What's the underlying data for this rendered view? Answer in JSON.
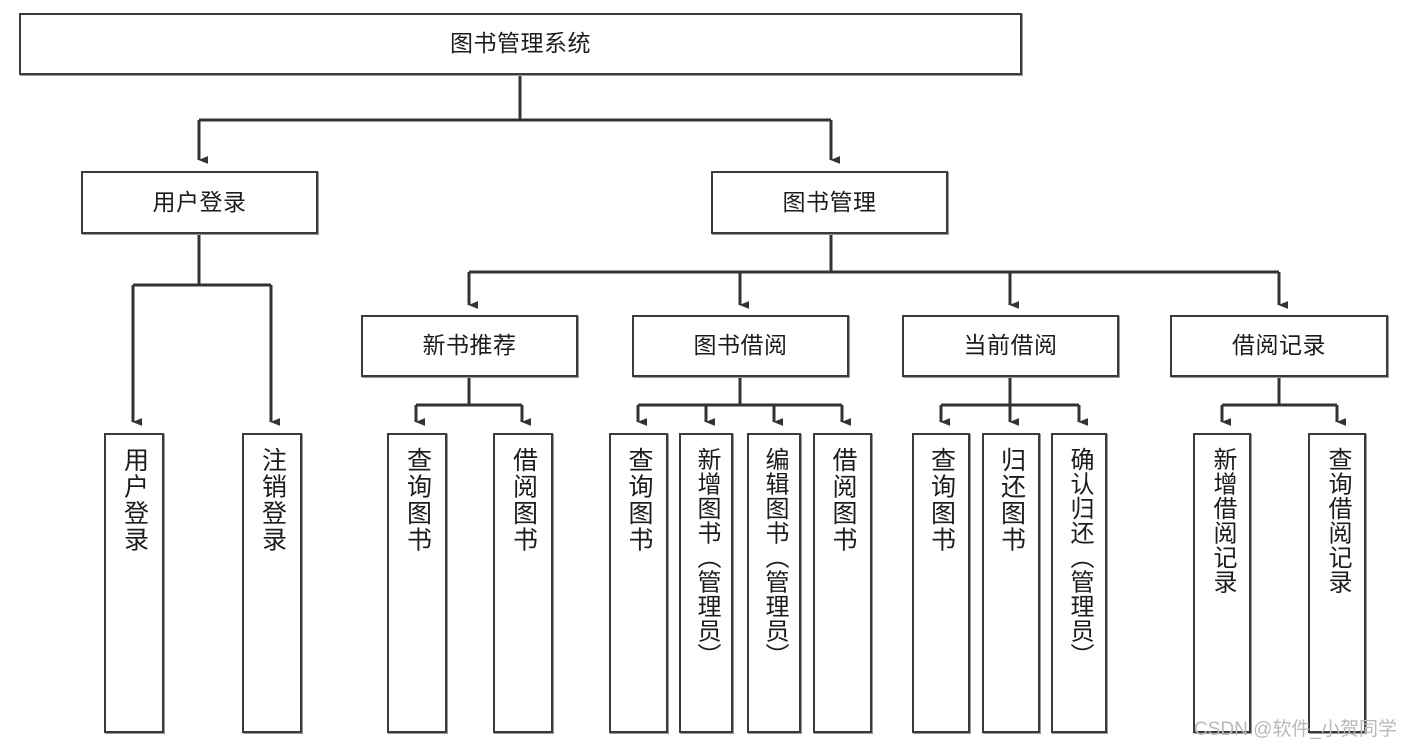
{
  "diagram": {
    "title": "图书管理系统",
    "type": "tree-hierarchy-diagram",
    "watermark": "CSDN @软件_小贺同学",
    "colors": {
      "box_border": "#3b3b3b",
      "box_fill": "#ffffff",
      "edge": "#333333",
      "text": "#1c1c1c",
      "watermark": "#b9b9b9"
    },
    "root": {
      "label": "图书管理系统"
    },
    "level2": [
      {
        "label": "用户登录"
      },
      {
        "label": "图书管理"
      }
    ],
    "level3": [
      {
        "label": "新书推荐"
      },
      {
        "label": "图书借阅"
      },
      {
        "label": "当前借阅"
      },
      {
        "label": "借阅记录"
      }
    ],
    "leaves": {
      "user_login": [
        {
          "label": "用户登录"
        },
        {
          "label": "注销登录"
        }
      ],
      "new_book_recommend": [
        {
          "label": "查询图书"
        },
        {
          "label": "借阅图书"
        }
      ],
      "book_borrow": [
        {
          "label": "查询图书"
        },
        {
          "label": "新增图书（管理员）"
        },
        {
          "label": "编辑图书（管理员）"
        },
        {
          "label": "借阅图书"
        }
      ],
      "current_borrow": [
        {
          "label": "查询图书"
        },
        {
          "label": "归还图书"
        },
        {
          "label": "确认归还（管理员）"
        }
      ],
      "borrow_record": [
        {
          "label": "新增借阅记录"
        },
        {
          "label": "查询借阅记录"
        }
      ]
    }
  }
}
